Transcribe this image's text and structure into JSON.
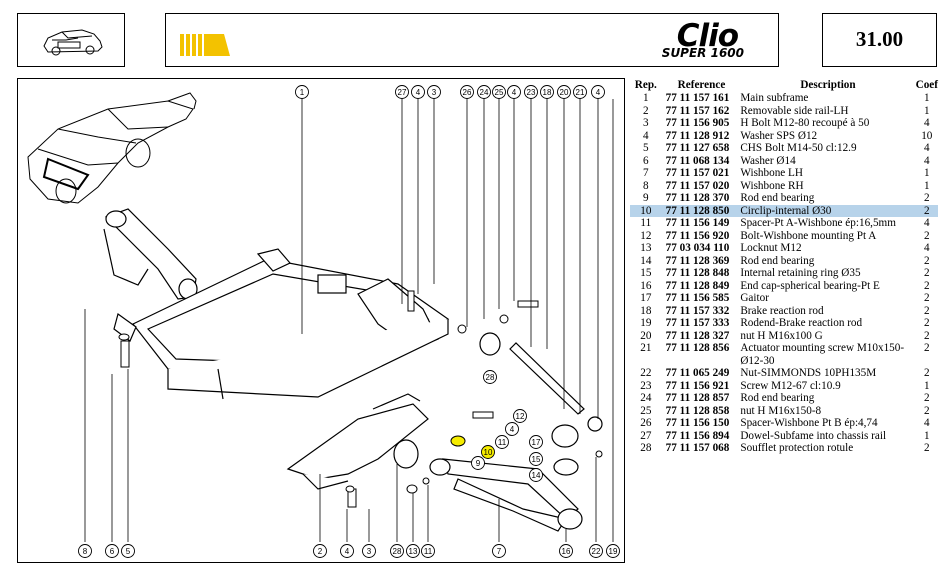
{
  "header": {
    "brand": "Clio",
    "brand_sub": "SUPER 1600",
    "page_number": "31.00"
  },
  "table": {
    "headers": {
      "rep": "Rep.",
      "reference": "Reference",
      "description": "Description",
      "coef": "Coef"
    },
    "highlighted_rep": "10",
    "rows": [
      {
        "rep": "1",
        "ref": "77 11 157 161",
        "desc": "Main subframe",
        "coef": "1"
      },
      {
        "rep": "2",
        "ref": "77 11 157 162",
        "desc": "Removable side rail-LH",
        "coef": "1"
      },
      {
        "rep": "3",
        "ref": "77 11 156 905",
        "desc": "H Bolt M12-80 recoupé à 50",
        "coef": "4"
      },
      {
        "rep": "4",
        "ref": "77 11 128 912",
        "desc": "Washer SPS Ø12",
        "coef": "10"
      },
      {
        "rep": "5",
        "ref": "77 11 127 658",
        "desc": "CHS Bolt M14-50 cl:12.9",
        "coef": "4"
      },
      {
        "rep": "6",
        "ref": "77 11 068 134",
        "desc": "Washer Ø14",
        "coef": "4"
      },
      {
        "rep": "7",
        "ref": "77 11 157 021",
        "desc": "Wishbone LH",
        "coef": "1"
      },
      {
        "rep": "8",
        "ref": "77 11 157 020",
        "desc": "Wishbone RH",
        "coef": "1"
      },
      {
        "rep": "9",
        "ref": "77 11 128 370",
        "desc": "Rod end bearing",
        "coef": "2"
      },
      {
        "rep": "10",
        "ref": "77 11 128 850",
        "desc": "Circlip-internal Ø30",
        "coef": "2"
      },
      {
        "rep": "11",
        "ref": "77 11 156 149",
        "desc": "Spacer-Pt A-Wishbone ép:16,5mm",
        "coef": "4"
      },
      {
        "rep": "12",
        "ref": "77 11 156 920",
        "desc": "Bolt-Wishbone mounting Pt A",
        "coef": "2"
      },
      {
        "rep": "13",
        "ref": "77 03 034 110",
        "desc": "Locknut M12",
        "coef": "4"
      },
      {
        "rep": "14",
        "ref": "77 11 128 369",
        "desc": "Rod end bearing",
        "coef": "2"
      },
      {
        "rep": "15",
        "ref": "77 11 128 848",
        "desc": "Internal retaining ring Ø35",
        "coef": "2"
      },
      {
        "rep": "16",
        "ref": "77 11 128 849",
        "desc": "End cap-spherical bearing-Pt E",
        "coef": "2"
      },
      {
        "rep": "17",
        "ref": "77 11 156 585",
        "desc": "Gaitor",
        "coef": "2"
      },
      {
        "rep": "18",
        "ref": "77 11 157 332",
        "desc": "Brake reaction rod",
        "coef": "2"
      },
      {
        "rep": "19",
        "ref": "77 11 157 333",
        "desc": "Rodend-Brake reaction rod",
        "coef": "2"
      },
      {
        "rep": "20",
        "ref": "77 11 128 327",
        "desc": "nut H M16x100 G",
        "coef": "2"
      },
      {
        "rep": "21",
        "ref": "77 11 128 856",
        "desc": "Actuator mounting screw M10x150-Ø12-30",
        "coef": "2"
      },
      {
        "rep": "22",
        "ref": "77 11 065 249",
        "desc": "Nut-SIMMONDS 10PH135M",
        "coef": "2"
      },
      {
        "rep": "23",
        "ref": "77 11 156 921",
        "desc": "Screw M12-67 cl:10.9",
        "coef": "1"
      },
      {
        "rep": "24",
        "ref": "77 11 128 857",
        "desc": "Rod end bearing",
        "coef": "2"
      },
      {
        "rep": "25",
        "ref": "77 11 128 858",
        "desc": "nut H M16x150-8",
        "coef": "2"
      },
      {
        "rep": "26",
        "ref": "77 11 156 150",
        "desc": "Spacer-Wishbone Pt B ép:4,74",
        "coef": "4"
      },
      {
        "rep": "27",
        "ref": "77 11 156 894",
        "desc": "Dowel-Subfame into chassis rail",
        "coef": "1"
      },
      {
        "rep": "28",
        "ref": "77 11 157 068",
        "desc": "Soufflet protection rotule",
        "coef": "2"
      }
    ]
  },
  "diagram": {
    "top_callouts": [
      "27",
      "4",
      "3",
      "26",
      "24",
      "25",
      "4",
      "23",
      "18",
      "20",
      "21",
      "4"
    ],
    "top_left_callout": "1",
    "bottom_callouts": [
      "8",
      "6",
      "5",
      "2",
      "4",
      "3",
      "28",
      "13",
      "11",
      "7",
      "16",
      "22",
      "19"
    ],
    "inner_callouts": [
      "12",
      "4",
      "11",
      "10",
      "9",
      "17",
      "15",
      "14",
      "28"
    ],
    "highlighted_callout": "10",
    "colors": {
      "highlight": "#f5ec00",
      "row_highlight": "#b7d3ea",
      "flag": "#f3c200"
    }
  }
}
